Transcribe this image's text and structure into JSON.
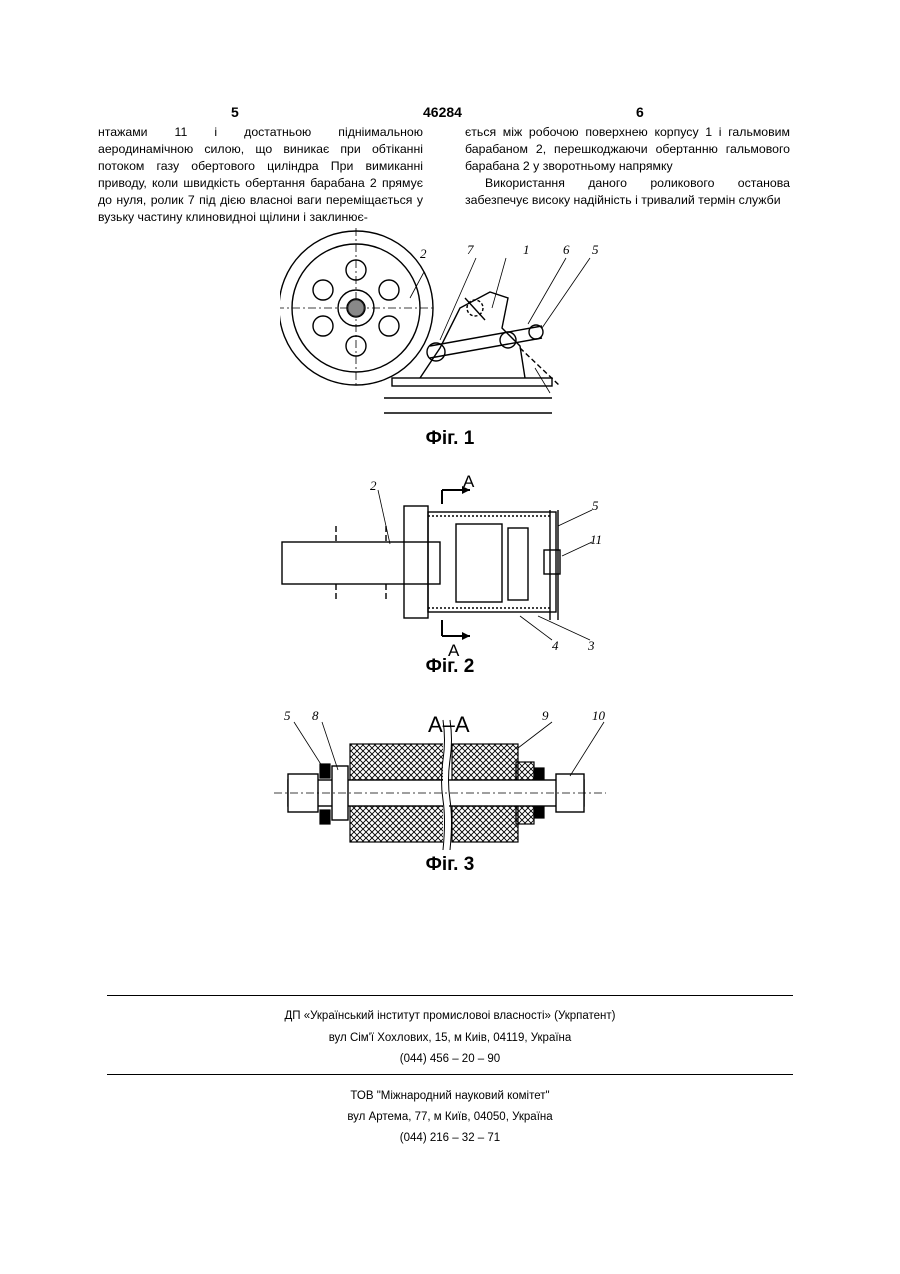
{
  "header": {
    "page_left": "5",
    "patent_no": "46284",
    "page_right": "6"
  },
  "text": {
    "left_column": "нтажами 11 і достатньою підніимальною аеродинамічною силою, що виникає при обтіканні потоком газу обертового циліндра При вимиканні приводу, коли швидкість обертання барабана 2 прямує до нуля, ролик 7 під дією власноі ваги переміщається у вузьку частину клиновидноі щілини і заклинює-",
    "right_column_p1": "ється між робочою поверхнею корпусу 1 і гальмовим барабаном 2, перешкоджаючи обертанню гальмового барабана 2 у зворотньому напрямку",
    "right_column_p2": "Використання даного роликового останова забезпечує високу надійність і тривалий термін служби"
  },
  "figures": {
    "fig1": {
      "caption": "Фіг. 1",
      "labels": [
        "2",
        "7",
        "1",
        "6",
        "5"
      ]
    },
    "fig2": {
      "caption": "Фіг. 2",
      "labels": [
        "2",
        "5",
        "11",
        "4",
        "3"
      ],
      "section_marks": [
        "А",
        "А"
      ]
    },
    "fig3": {
      "caption": "Фіг. 3",
      "title": "А–А",
      "labels": [
        "5",
        "8",
        "9",
        "10"
      ]
    }
  },
  "footer": {
    "org1_line1": "ДП «Український інститут промисловоі власності» (Укрпатент)",
    "org1_line2": "вул Сім'ї Хохлових, 15, м Киів, 04119, Україна",
    "org1_line3": "(044) 456 – 20 – 90",
    "org2_line1": "ТОВ \"Міжнародний науковий комітет\"",
    "org2_line2": "вул Артема, 77, м Київ, 04050, Україна",
    "org2_line3": "(044) 216 – 32 – 71"
  }
}
